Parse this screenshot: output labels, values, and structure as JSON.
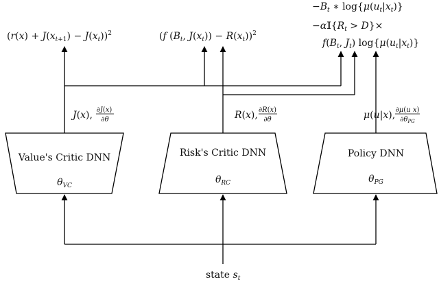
{
  "outputs": {
    "value_loss": "(r(x) + J(x_{t+1}) − J(x_t))²",
    "risk_loss": "(f(B_t, J(x_t)) − R(x_t))²",
    "policy_loss": {
      "line1": "−B_t ∗ log{μ(u_t|x_t)}",
      "line2": "−αI{R_t > D}×",
      "line3": "f(B_t, J_t) log{μ(u_t|x_t)}"
    }
  },
  "networks": {
    "value": {
      "label": "Value's Critic DNN",
      "param": "θ_VC",
      "out_label": "J(x), ∂J(x)/∂θ"
    },
    "risk": {
      "label": "Risk's Critic DNN",
      "param": "θ_RC",
      "out_label": "R(x), ∂R(x)/∂θ"
    },
    "policy": {
      "label": "Policy DNN",
      "param": "θ_PG",
      "out_label": "μ(u|x), ∂μ(u|x)/∂θ_PG"
    }
  },
  "input": {
    "label": "state s_t"
  }
}
